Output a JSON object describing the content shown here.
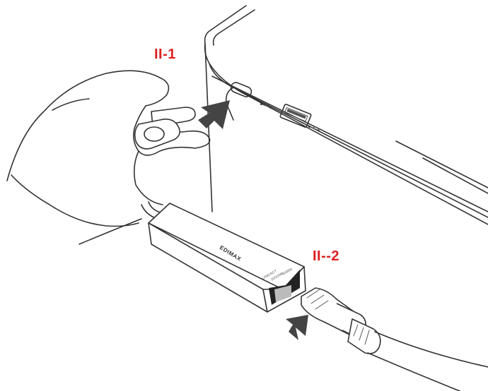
{
  "steps": {
    "step1_label": "II-1",
    "step2_label": "II--2"
  },
  "adapter": {
    "brand_text": "EDIMAX",
    "led_label": "LINK/ACT",
    "speed_label_1": "10/100M",
    "speed_label_2": "1000M"
  },
  "colors": {
    "label_red": "#e02020",
    "line_gray": "#333333",
    "arrow_gray": "#444444"
  }
}
